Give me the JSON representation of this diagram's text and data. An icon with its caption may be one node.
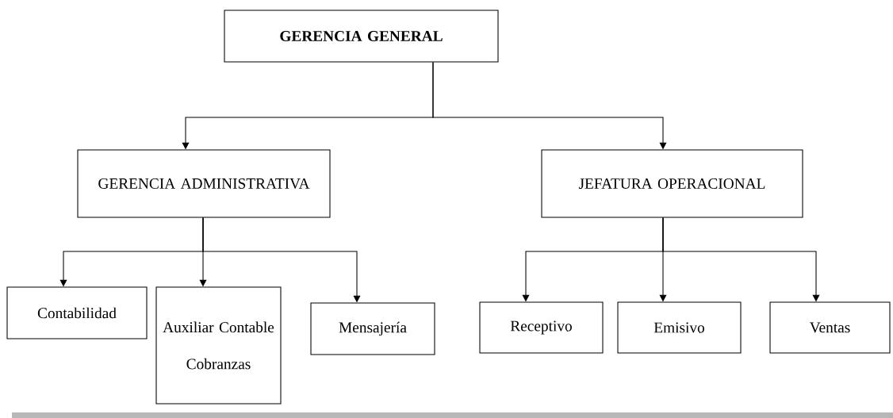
{
  "diagram": {
    "nodes": [
      {
        "text": [
          "GERENCIA GENERAL"
        ]
      },
      {
        "text": [
          "GERENCIA ADMINISTRATIVA"
        ]
      },
      {
        "text": [
          "JEFATURA OPERACIONAL"
        ]
      },
      {
        "text": [
          "Contabilidad"
        ]
      },
      {
        "text": [
          "Auxiliar Contable",
          "Cobranzas"
        ]
      },
      {
        "text": [
          "Mensajería"
        ]
      },
      {
        "text": [
          "Receptivo"
        ]
      },
      {
        "text": [
          "Emisivo"
        ]
      },
      {
        "text": [
          "Ventas"
        ]
      }
    ],
    "edges": [
      {
        "from": 0,
        "to": 1,
        "arrow": "to"
      },
      {
        "from": 0,
        "to": 2,
        "arrow": "to"
      },
      {
        "from": 1,
        "to": 3,
        "arrow": "to"
      },
      {
        "from": 1,
        "to": 4,
        "arrow": "to"
      },
      {
        "from": 1,
        "to": 5,
        "arrow": "to"
      },
      {
        "from": 2,
        "to": 6,
        "arrow": "to"
      },
      {
        "from": 2,
        "to": 7,
        "arrow": "to"
      },
      {
        "from": 2,
        "to": 8,
        "arrow": "to"
      }
    ]
  }
}
